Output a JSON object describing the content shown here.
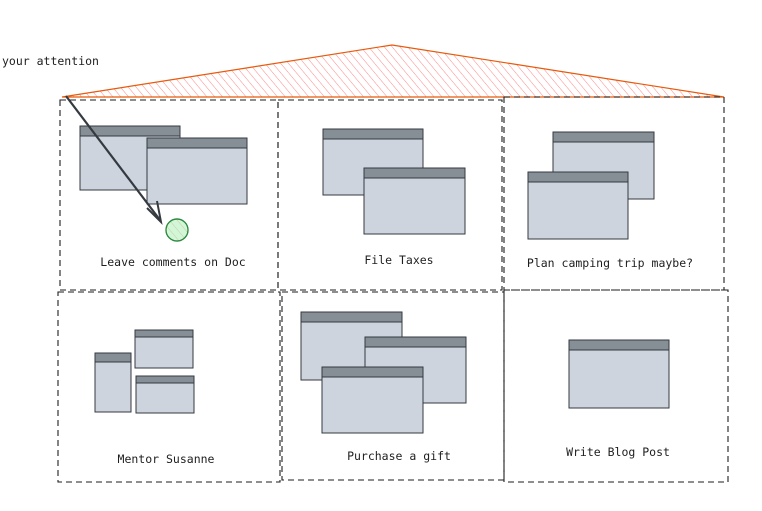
{
  "callout": {
    "text": "your attention"
  },
  "cells": [
    {
      "label": "Leave comments on Doc"
    },
    {
      "label": "File Taxes"
    },
    {
      "label": "Plan camping trip maybe?"
    },
    {
      "label": "Mentor Susanne"
    },
    {
      "label": "Purchase a gift"
    },
    {
      "label": "Write Blog Post"
    }
  ],
  "colors": {
    "roof_stroke": "#e8590c",
    "roof_hatch": "#ff8787",
    "window_fill": "#ced4dd",
    "window_bar": "#868e96",
    "focus_dot": "#b2f2bb"
  }
}
